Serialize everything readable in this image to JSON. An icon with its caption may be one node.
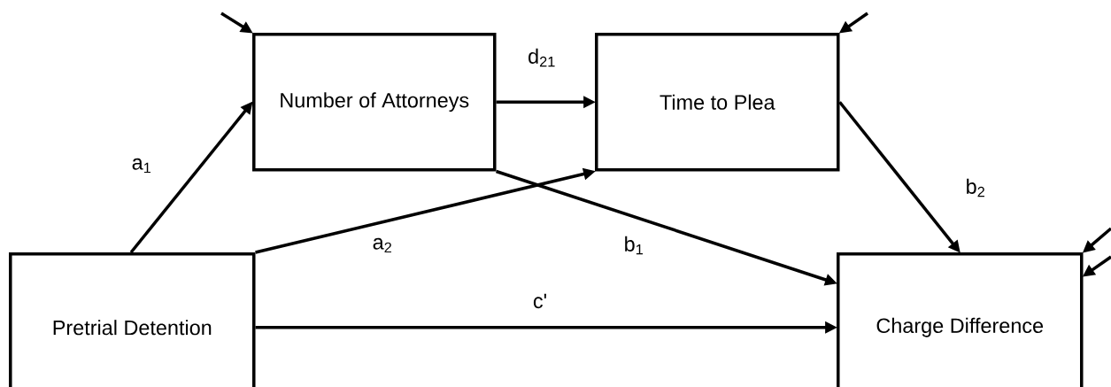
{
  "diagram": {
    "nodes": [
      {
        "text": [
          "Number of Attorneys"
        ]
      },
      {
        "text": [
          "Time to Plea"
        ]
      },
      {
        "text": [
          "Pretrial Detention"
        ]
      },
      {
        "text": [
          "Charge Difference"
        ]
      }
    ],
    "edges": [
      {
        "from": 2,
        "to": 0,
        "arrow": "to",
        "label": "a$_{1}$"
      },
      {
        "from": 0,
        "to": 1,
        "arrow": "to",
        "label": "d$_{21}$"
      },
      {
        "from": 2,
        "to": 1,
        "arrow": "to",
        "label": "a$_{2}$"
      },
      {
        "from": 0,
        "to": 3,
        "arrow": "to",
        "label": "b$_{1}$"
      },
      {
        "from": 1,
        "to": 3,
        "arrow": "to",
        "label": "b$_{2}$"
      },
      {
        "from": 2,
        "to": 3,
        "arrow": "to",
        "label": "c'"
      },
      {
        "from": null,
        "to": 0,
        "arrow": "to"
      },
      {
        "from": null,
        "to": 1,
        "arrow": "to"
      },
      {
        "from": null,
        "to": 3,
        "arrow": "to"
      },
      {
        "from": null,
        "to": 3,
        "arrow": "to"
      }
    ]
  }
}
